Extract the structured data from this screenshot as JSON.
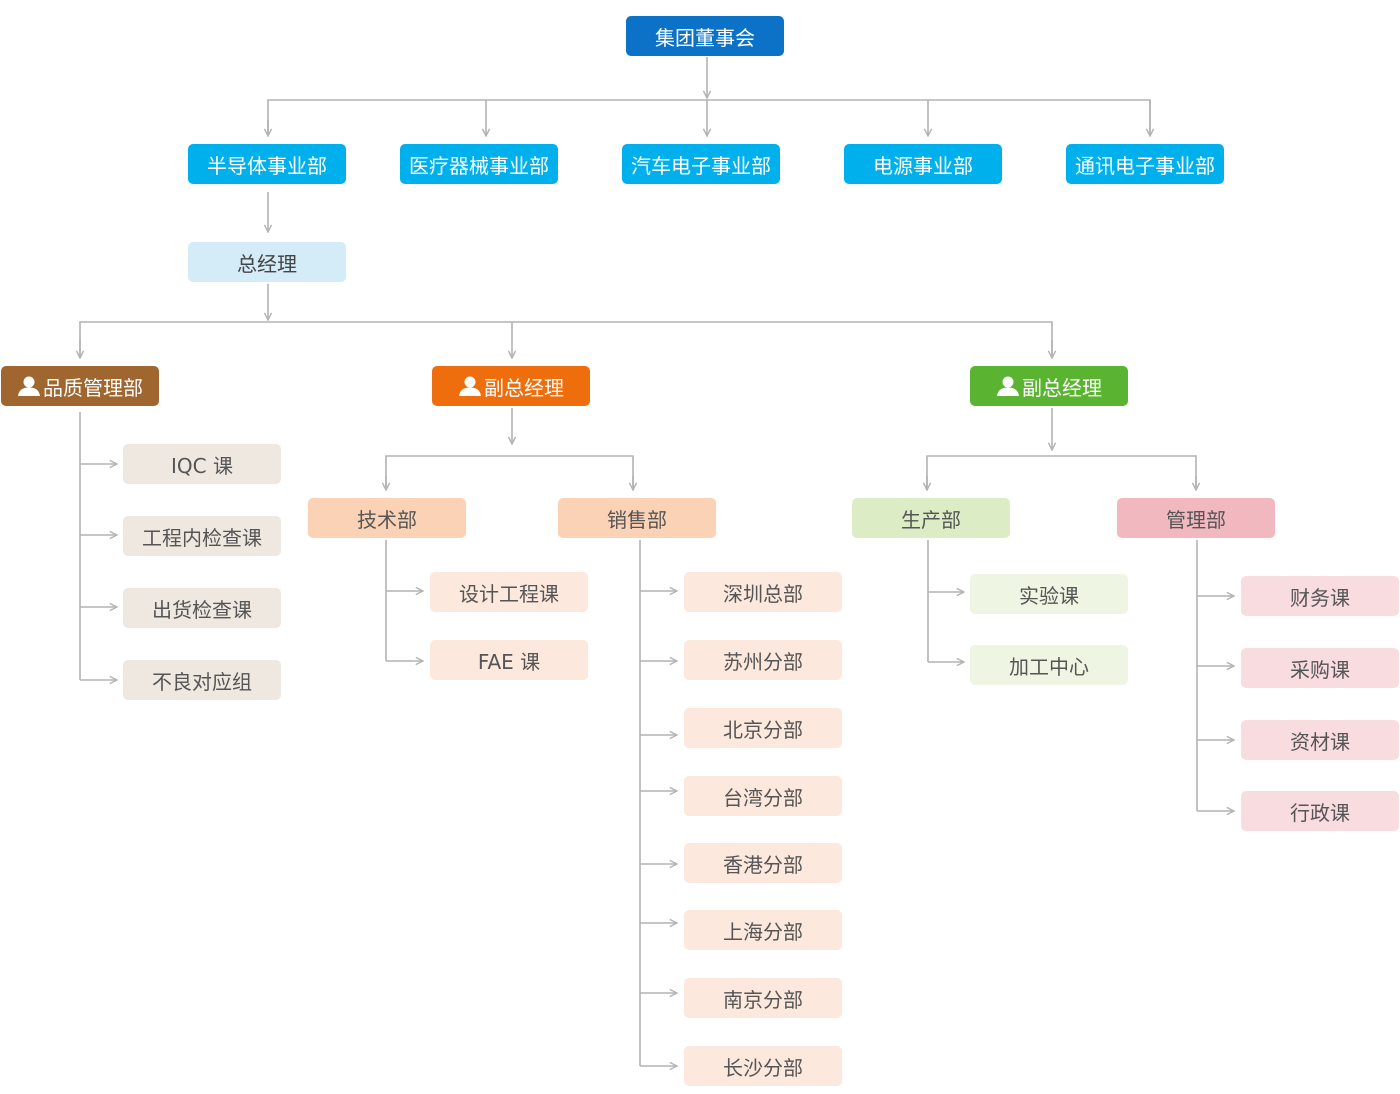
{
  "board": "集团董事会",
  "divisions": [
    "半导体事业部",
    "医疗器械事业部",
    "汽车电子事业部",
    "电源事业部",
    "通讯电子事业部"
  ],
  "general_manager": "总经理",
  "quality": {
    "label": "品质管理部",
    "children": [
      "IQC 课",
      "工程内检查课",
      "出货检查课",
      "不良对应组"
    ]
  },
  "vp_left": {
    "label": "副总经理",
    "tech": {
      "label": "技术部",
      "children": [
        "设计工程课",
        "FAE 课"
      ]
    },
    "sales": {
      "label": "销售部",
      "children": [
        "深圳总部",
        "苏州分部",
        "北京分部",
        "台湾分部",
        "香港分部",
        "上海分部",
        "南京分部",
        "长沙分部"
      ]
    }
  },
  "vp_right": {
    "label": "副总经理",
    "production": {
      "label": "生产部",
      "children": [
        "实验课",
        "加工中心"
      ]
    },
    "management": {
      "label": "管理部",
      "children": [
        "财务课",
        "采购课",
        "资材课",
        "行政课"
      ]
    }
  },
  "colors": {
    "line": "#b3b3b3",
    "board": "#0b72c7",
    "division": "#00b0ec",
    "quality": "#a0662f",
    "vp_left": "#ee6d0d",
    "vp_right": "#5bb332"
  },
  "icons": {
    "manager": "person-icon"
  }
}
